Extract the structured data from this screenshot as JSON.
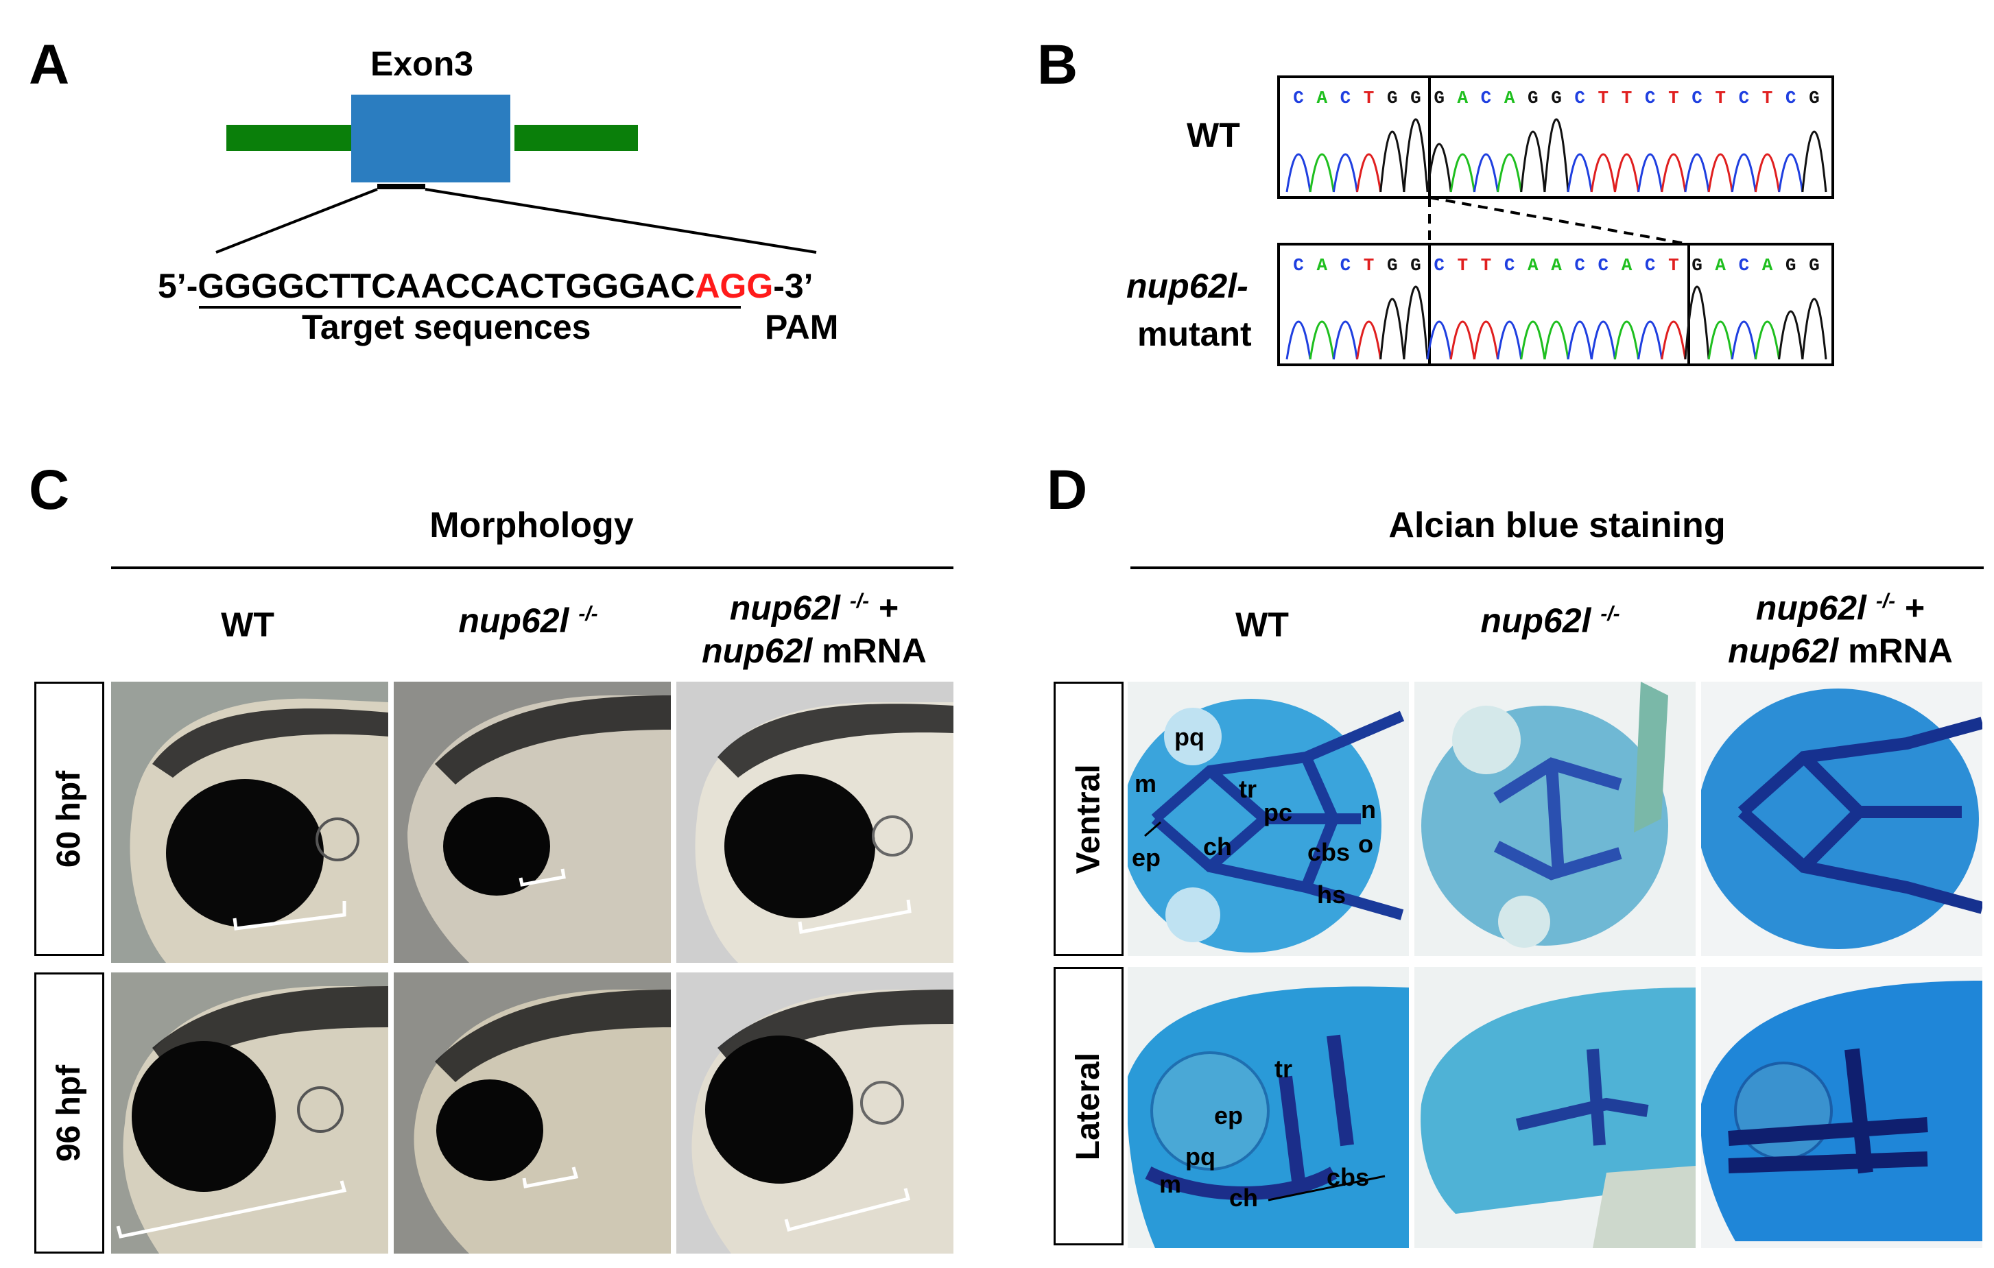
{
  "panels": {
    "a": "A",
    "b": "B",
    "c": "C",
    "d": "D"
  },
  "panel_a": {
    "exon_label": "Exon3",
    "seq_prefix": "5’-",
    "seq_target": "GGGGCTTCAACCACTGGGAC",
    "seq_pam": "AGG",
    "seq_suffix": "-3’",
    "target_label": "Target sequences",
    "pam_label": "PAM",
    "colors": {
      "intron": "#0a7f0a",
      "exon": "#2b7dc0",
      "pam": "#ff1a1a"
    }
  },
  "panel_b": {
    "wt_label": "WT",
    "mutant_label_line1": "nup62l-",
    "mutant_label_line2": "mutant",
    "wt_seq": [
      "C",
      "A",
      "C",
      "T",
      "G",
      "G",
      "G",
      "A",
      "C",
      "A",
      "G",
      "G",
      "C",
      "T",
      "T",
      "C",
      "T",
      "C",
      "T",
      "C",
      "T",
      "C",
      "G"
    ],
    "mut_seq": [
      "C",
      "A",
      "C",
      "T",
      "G",
      "G",
      "C",
      "T",
      "T",
      "C",
      "A",
      "A",
      "C",
      "C",
      "A",
      "C",
      "T",
      "G",
      "A",
      "C",
      "A",
      "G",
      "G"
    ],
    "base_colors": {
      "A": "#1fbf1f",
      "C": "#1f3fe0",
      "G": "#111111",
      "T": "#e01f1f"
    }
  },
  "panel_c": {
    "header": "Morphology",
    "col1": "WT",
    "col2_main": "nup62l",
    "col2_sup": "-/-",
    "col3_main": "nup62l",
    "col3_sup": "-/-",
    "col3_plus": " +",
    "col3_line2_italic": "nup62l",
    "col3_line2": " mRNA",
    "row1": "60 hpf",
    "row2": "96 hpf"
  },
  "panel_d": {
    "header": "Alcian blue staining",
    "col1": "WT",
    "col2_main": "nup62l",
    "col2_sup": "-/-",
    "col3_main": "nup62l",
    "col3_sup": "-/-",
    "col3_plus": " +",
    "col3_line2_italic": "nup62l",
    "col3_line2": " mRNA",
    "row1": "Ventral",
    "row2": "Lateral",
    "ventral_labels": {
      "pq": "pq",
      "m": "m",
      "tr": "tr",
      "pc": "pc",
      "n": "n",
      "ep": "ep",
      "ch": "ch",
      "cbs": "cbs",
      "o": "o",
      "hs": "hs"
    },
    "lateral_labels": {
      "tr": "tr",
      "ep": "ep",
      "pq": "pq",
      "m": "m",
      "ch": "ch",
      "cbs": "cbs"
    }
  }
}
